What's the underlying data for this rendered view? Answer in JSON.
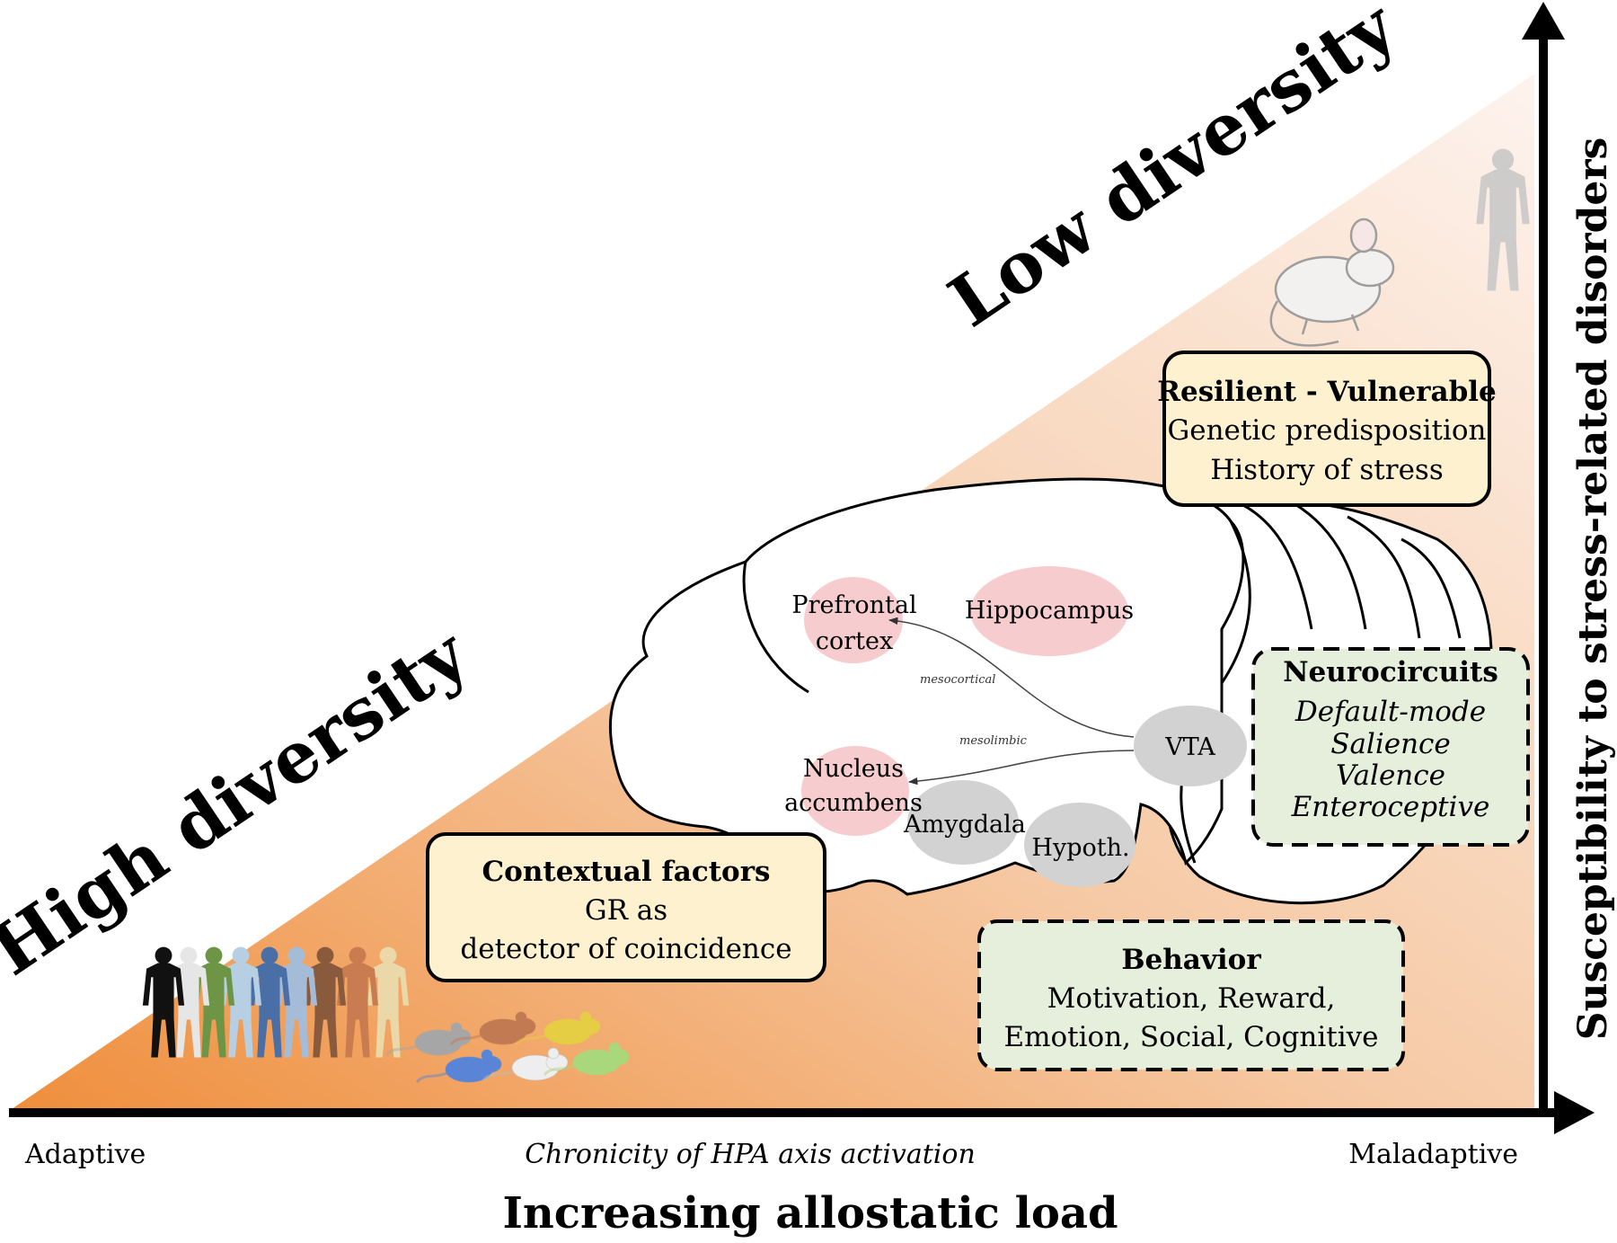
{
  "labels": {
    "high_diversity": "High diversity",
    "low_diversity": "Low diversity",
    "y_axis": "Susceptibility to stress-related disorders",
    "x_left": "Adaptive",
    "x_middle": "Chronicity of HPA axis activation",
    "x_right": "Maladaptive",
    "x_axis_title": "Increasing allostatic load"
  },
  "boxes": {
    "resilient": {
      "title": "Resilient - Vulnerable",
      "lines": [
        "Genetic predisposition",
        "History of stress"
      ]
    },
    "contextual": {
      "title": "Contextual factors",
      "lines": [
        "GR as",
        "detector of coincidence"
      ]
    },
    "neurocircuits": {
      "title": "Neurocircuits",
      "lines": [
        "Default-mode",
        "Salience",
        "Valence",
        "Enteroceptive"
      ]
    },
    "behavior": {
      "title": "Behavior",
      "lines": [
        "Motivation, Reward,",
        "Emotion, Social, Cognitive"
      ]
    }
  },
  "brain_regions": {
    "prefrontal": [
      "Prefrontal",
      "cortex"
    ],
    "hippocampus": "Hippocampus",
    "nucleus": [
      "Nucleus",
      "accumbens"
    ],
    "amygdala": "Amygdala",
    "hypoth": "Hypoth.",
    "vta": "VTA",
    "mesocortical": "mesocortical",
    "mesolimbic": "mesolimbic"
  },
  "colors": {
    "gradient_start": "#ef8e3c",
    "gradient_end": "#fdeee6",
    "yellow_box": "#fdf1cf",
    "green_box": "#e5efdc",
    "pink_region": "#f6cccf",
    "gray_region": "#d2d2d2"
  },
  "icons": {
    "humans": [
      "#111111",
      "#e6e6e6",
      "#6e9445",
      "#b6cfe2",
      "#4a6ea6",
      "#a4bcd8",
      "#8a5a3c",
      "#c87c50",
      "#ebd8a8"
    ],
    "mice": [
      "#a6a6a6",
      "#c17a52",
      "#e5cd44",
      "#5a85d6",
      "#eeeeee",
      "#a9d77b"
    ],
    "big_mouse": "mouse-icon",
    "big_human": "human-silhouette-icon"
  }
}
